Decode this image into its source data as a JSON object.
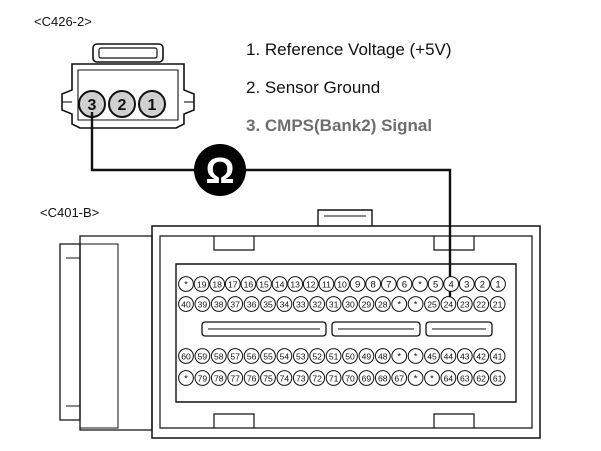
{
  "connector_top": {
    "label": "<C426-2>",
    "pins": [
      "3",
      "2",
      "1"
    ]
  },
  "connector_bottom": {
    "label": "<C401-B>",
    "row1": [
      "*",
      "19",
      "18",
      "17",
      "16",
      "15",
      "14",
      "13",
      "12",
      "11",
      "10",
      "9",
      "8",
      "7",
      "6",
      "*",
      "5",
      "4",
      "3",
      "2",
      "1"
    ],
    "row2": [
      "40",
      "39",
      "38",
      "37",
      "36",
      "35",
      "34",
      "33",
      "32",
      "31",
      "30",
      "29",
      "28",
      "*",
      "*",
      "25",
      "24",
      "23",
      "22",
      "21"
    ],
    "row3": [
      "60",
      "59",
      "58",
      "57",
      "56",
      "55",
      "54",
      "53",
      "52",
      "51",
      "50",
      "49",
      "48",
      "*",
      "*",
      "45",
      "44",
      "43",
      "42",
      "41"
    ],
    "row4": [
      "*",
      "79",
      "78",
      "77",
      "76",
      "75",
      "74",
      "73",
      "72",
      "71",
      "70",
      "69",
      "68",
      "67",
      "*",
      "*",
      "64",
      "63",
      "62",
      "61"
    ]
  },
  "legend": [
    "1. Reference Voltage (+5V)",
    "2. Sensor Ground",
    "3. CMPS(Bank2) Signal"
  ],
  "meter_symbol": "Ω",
  "colors": {
    "wire": "#111111",
    "pin_fill": "#d0d0d0",
    "highlight_text": "#6e6e6e"
  }
}
